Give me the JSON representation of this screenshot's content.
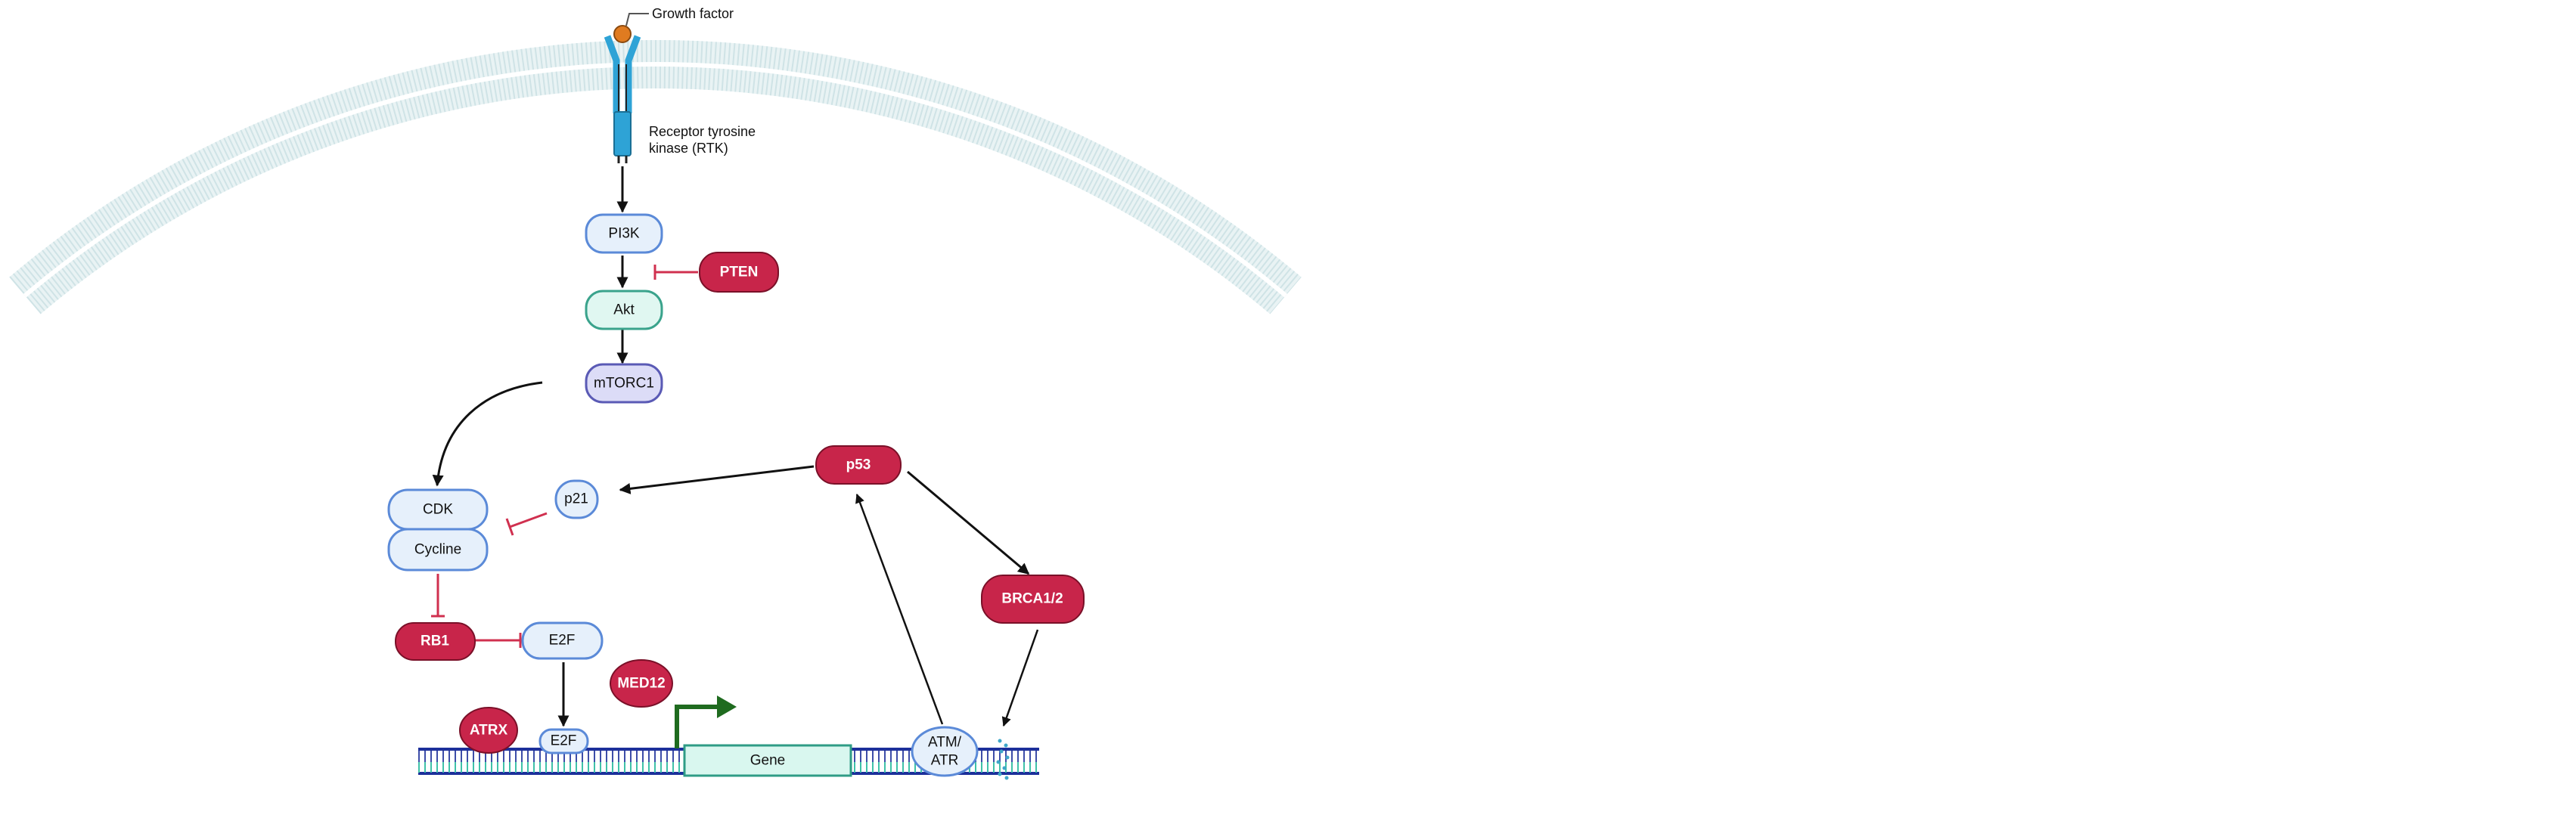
{
  "labels": {
    "growth_factor": "Growth factor",
    "rtk_line1": "Receptor tyrosine",
    "rtk_line2": "kinase (RTK)",
    "pi3k": "PI3K",
    "pten": "PTEN",
    "akt": "Akt",
    "mtorc1": "mTORC1",
    "cdk": "CDK",
    "cycline": "Cycline",
    "p21": "p21",
    "p53": "p53",
    "brca": "BRCA1/2",
    "rb1": "RB1",
    "e2f": "E2F",
    "med12": "MED12",
    "atrx": "ATRX",
    "e2f_dna": "E2F",
    "gene": "Gene",
    "atm_line1": "ATM/",
    "atm_line2": "ATR"
  },
  "colors": {
    "tumor_suppressor": "#c8254a",
    "protein": "#e6f0fb",
    "akt": "#e0f7f1",
    "mtorc1": "#dcdcf7",
    "receptor": "#2ea3d6",
    "ligand": "#e07b20",
    "promoter": "#1f6b1f"
  }
}
